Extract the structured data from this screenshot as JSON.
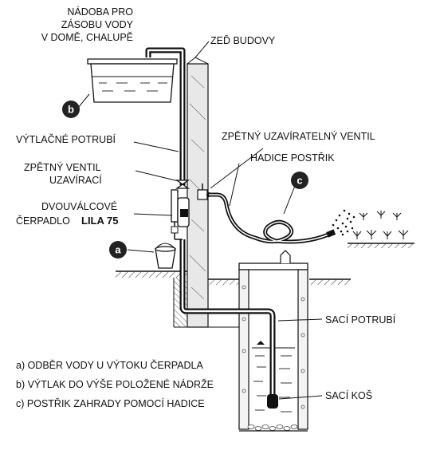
{
  "labels": {
    "tank_line1": "NÁDOBA PRO",
    "tank_line2": "ZÁSOBU VODY",
    "tank_line3": "V DOMĚ, CHALUPĚ",
    "wall": "ZEĎ BUDOVY",
    "discharge_pipe": "VÝTLAČNÉ POTRUBÍ",
    "check_valve_closing": "ZPĚTNÝ UZAVÍRATELNÝ VENTIL",
    "hose": "HADICE POSTŘIK",
    "check_valve_line1": "ZPĚTNÝ VENTIL",
    "check_valve_line2": "UZAVÍRACÍ",
    "pump_line1": "DVOUVÁLCOVÉ",
    "pump_line2_prefix": "ČERPADLO",
    "pump_model": "LILA 75",
    "suction_pipe": "SACÍ POTRUBÍ",
    "suction_basket": "SACÍ KOŠ"
  },
  "badges": {
    "a": "a",
    "b": "b",
    "c": "c"
  },
  "legend": {
    "a": "a) ODBĚR VODY U VÝTOKU ČERPADLA",
    "b": "b) VÝTLAK DO VÝŠE POLOŽENÉ NÁDRŽE",
    "c": "c) POSTŘIK ZAHRADY POMOCÍ HADICE"
  },
  "colors": {
    "line": "#111111",
    "badge_fill": "#222222",
    "background": "#ffffff"
  }
}
